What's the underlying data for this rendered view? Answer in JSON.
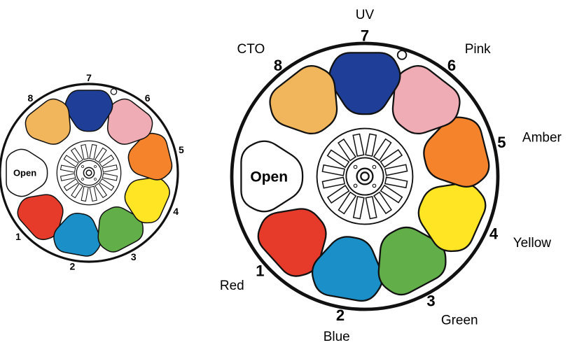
{
  "wheels": [
    {
      "id": "small",
      "open_label": "Open",
      "slots": [
        {
          "num": "1",
          "color": "#E63B2A"
        },
        {
          "num": "2",
          "color": "#1A8FC8"
        },
        {
          "num": "3",
          "color": "#62AE48"
        },
        {
          "num": "4",
          "color": "#FFE523"
        },
        {
          "num": "5",
          "color": "#F5832B"
        },
        {
          "num": "6",
          "color": "#F0ACB4"
        },
        {
          "num": "7",
          "color": "#1F3E97"
        },
        {
          "num": "8",
          "color": "#F1B55B"
        }
      ]
    },
    {
      "id": "large",
      "open_label": "Open",
      "slots": [
        {
          "num": "1",
          "name": "Red",
          "color": "#E63B2A"
        },
        {
          "num": "2",
          "name": "Blue",
          "color": "#1A8FC8"
        },
        {
          "num": "3",
          "name": "Green",
          "color": "#62AE48"
        },
        {
          "num": "4",
          "name": "Yellow",
          "color": "#FFE523"
        },
        {
          "num": "5",
          "name": "Amber",
          "color": "#F5832B"
        },
        {
          "num": "6",
          "name": "Pink",
          "color": "#F0ACB4"
        },
        {
          "num": "7",
          "name": "UV",
          "color": "#1F3E97"
        },
        {
          "num": "8",
          "name": "CTO",
          "color": "#F1B55B"
        }
      ]
    }
  ]
}
